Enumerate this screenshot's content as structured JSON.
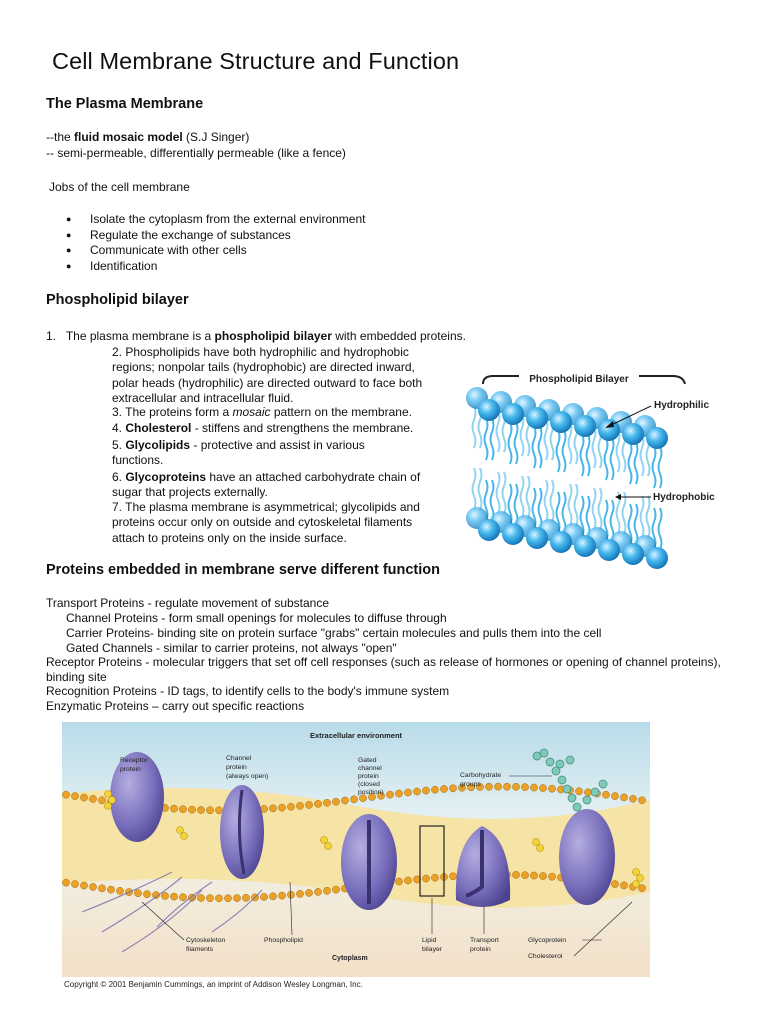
{
  "title": "Cell Membrane Structure and Function",
  "section1": {
    "heading": "The Plasma Membrane",
    "line1_prefix": "--the ",
    "line1_bold": "fluid mosaic model",
    "line1_suffix": " (S.J Singer)",
    "line2": "-- semi-permeable, differentially permeable  (like a fence)",
    "jobs_heading": "Jobs of the cell membrane",
    "jobs": [
      "Isolate the cytoplasm from the external environment",
      "Regulate the exchange of substances",
      "Communicate with other cells",
      "Identification"
    ]
  },
  "section2": {
    "heading": "Phospholipid bilayer",
    "item1_num": "1.",
    "item1_prefix": "The plasma membrane is a ",
    "item1_bold": "phospholipid bilayer",
    "item1_suffix": " with embedded proteins.",
    "item2": "2.    Phospholipids have both hydrophilic and hydrophobic regions; nonpolar tails (hydrophobic) are directed inward, polar heads (hydrophilic) are directed outward to face both extracellular and intracellular fluid.",
    "item3_prefix": "3.    The proteins form a ",
    "item3_italic": "mosaic",
    "item3_suffix": " pattern on the membrane.",
    "item4_num": "4.    ",
    "item4_bold": "Cholesterol",
    "item4_suffix": " - stiffens and strengthens the membrane.",
    "item5_num": "5.    ",
    "item5_bold": "Glycolipids",
    "item5_suffix": "  - protective and assist in various functions.",
    "item6_num": "6.    ",
    "item6_bold": "Glycoproteins",
    "item6_suffix": " have an attached carbohydrate chain of sugar that projects externally.",
    "item7": "7.    The plasma membrane is asymmetrical; glycolipids and proteins occur only on outside and cytoskeletal filaments attach to proteins only on the inside surface."
  },
  "bilayer_figure": {
    "label_top": "Phospholipid Bilayer",
    "label_hydrophilic": "Hydrophilic",
    "label_hydrophobic": "Hydrophobic",
    "head_color": "#29a9e1",
    "tail_color": "#4ab6e6"
  },
  "section3": {
    "heading": "Proteins embedded in membrane serve different function",
    "lines": [
      "Transport Proteins - regulate movement of substance",
      "Channel Proteins - form small openings for molecules to diffuse through",
      "Carrier Proteins- binding site on protein surface \"grabs\" certain molecules and pulls them into the cell",
      "Gated Channels - similar to carrier proteins, not always \"open\"",
      "Receptor Proteins - molecular triggers that set off cell responses (such as release of hormones or opening of channel proteins), binding site",
      "Recognition Proteins - ID tags, to identify cells to the body's immune system",
      "Enzymatic Proteins – carry out specific reactions"
    ]
  },
  "membrane_figure": {
    "extracellular": "Extracellular environment",
    "receptor": "Receptor protein",
    "channel": "Channel protein (always open)",
    "gated": "Gated channel protein (closed position)",
    "carbohydrate": "Carbohydrate groups",
    "cytoskeleton": "Cytoskeleton filaments",
    "phospholipid": "Phospholipid",
    "cytoplasm": "Cytoplasm",
    "lipid_bilayer": "Lipid bilayer",
    "transport": "Transport protein",
    "glycoprotein": "Glycoprotein",
    "cholesterol": "Cholesterol",
    "copyright": "Copyright © 2001 Benjamin Cummings, an imprint of Addison Wesley Longman, Inc."
  }
}
